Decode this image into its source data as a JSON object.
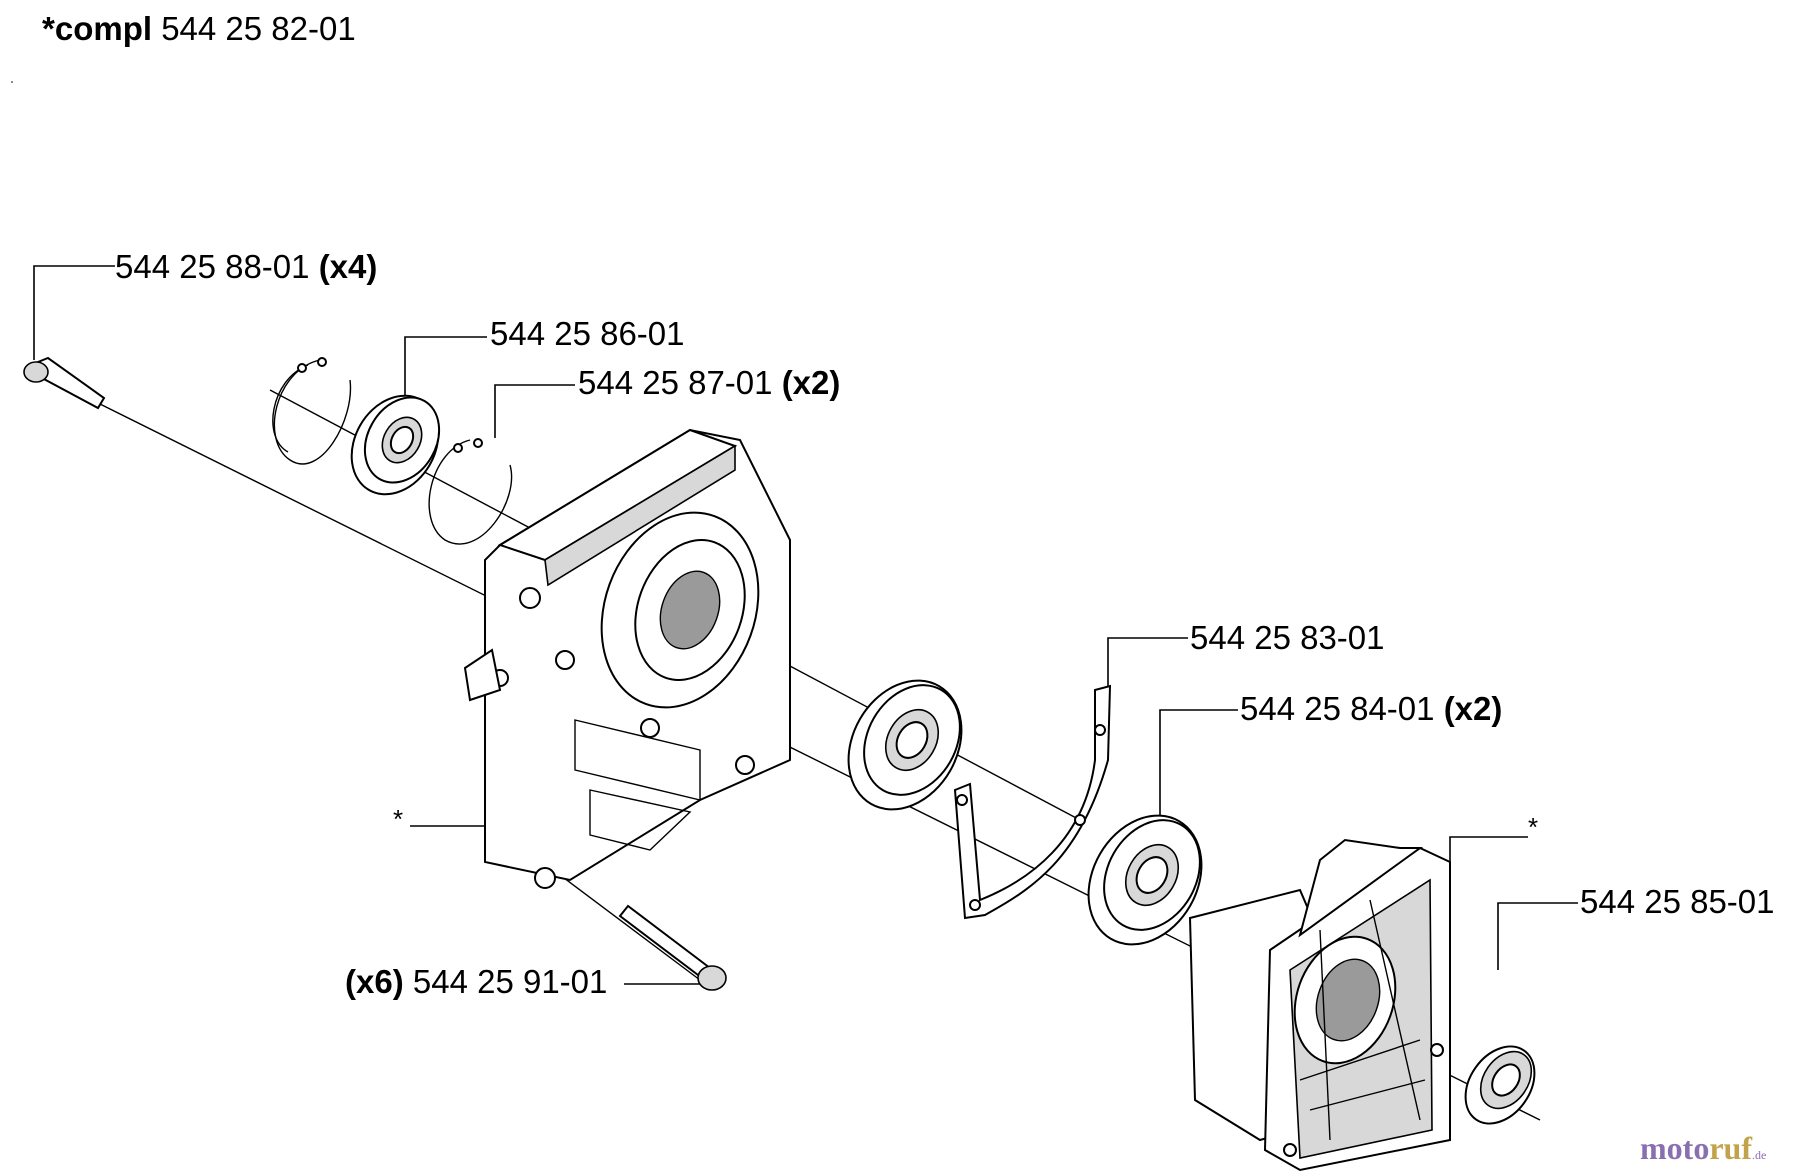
{
  "title": {
    "prefix": "*compl",
    "part_number": "544 25 82-01"
  },
  "callouts": [
    {
      "id": "screw_top",
      "part_number": "544 25 88-01",
      "qty": "(x4)"
    },
    {
      "id": "bearing_small",
      "part_number": "544 25 86-01",
      "qty": ""
    },
    {
      "id": "circlip",
      "part_number": "544 25 87-01",
      "qty": "(x2)"
    },
    {
      "id": "gasket",
      "part_number": "544 25 83-01",
      "qty": ""
    },
    {
      "id": "bearing_large",
      "part_number": "544 25 84-01",
      "qty": "(x2)"
    },
    {
      "id": "seal",
      "part_number": "544 25 85-01",
      "qty": ""
    },
    {
      "id": "screw_bottom",
      "part_number": "544 25 91-01",
      "qty": "(x6)"
    },
    {
      "id": "housing_left",
      "part_number": "*",
      "qty": ""
    },
    {
      "id": "housing_right",
      "part_number": "*",
      "qty": ""
    }
  ],
  "watermark": {
    "part1": "moto",
    "part2": "ruf",
    "tld": ".de"
  },
  "colors": {
    "line": "#000000",
    "background": "#ffffff",
    "watermark_purple": "#8a6fb0",
    "watermark_gold": "#c2a24a"
  }
}
